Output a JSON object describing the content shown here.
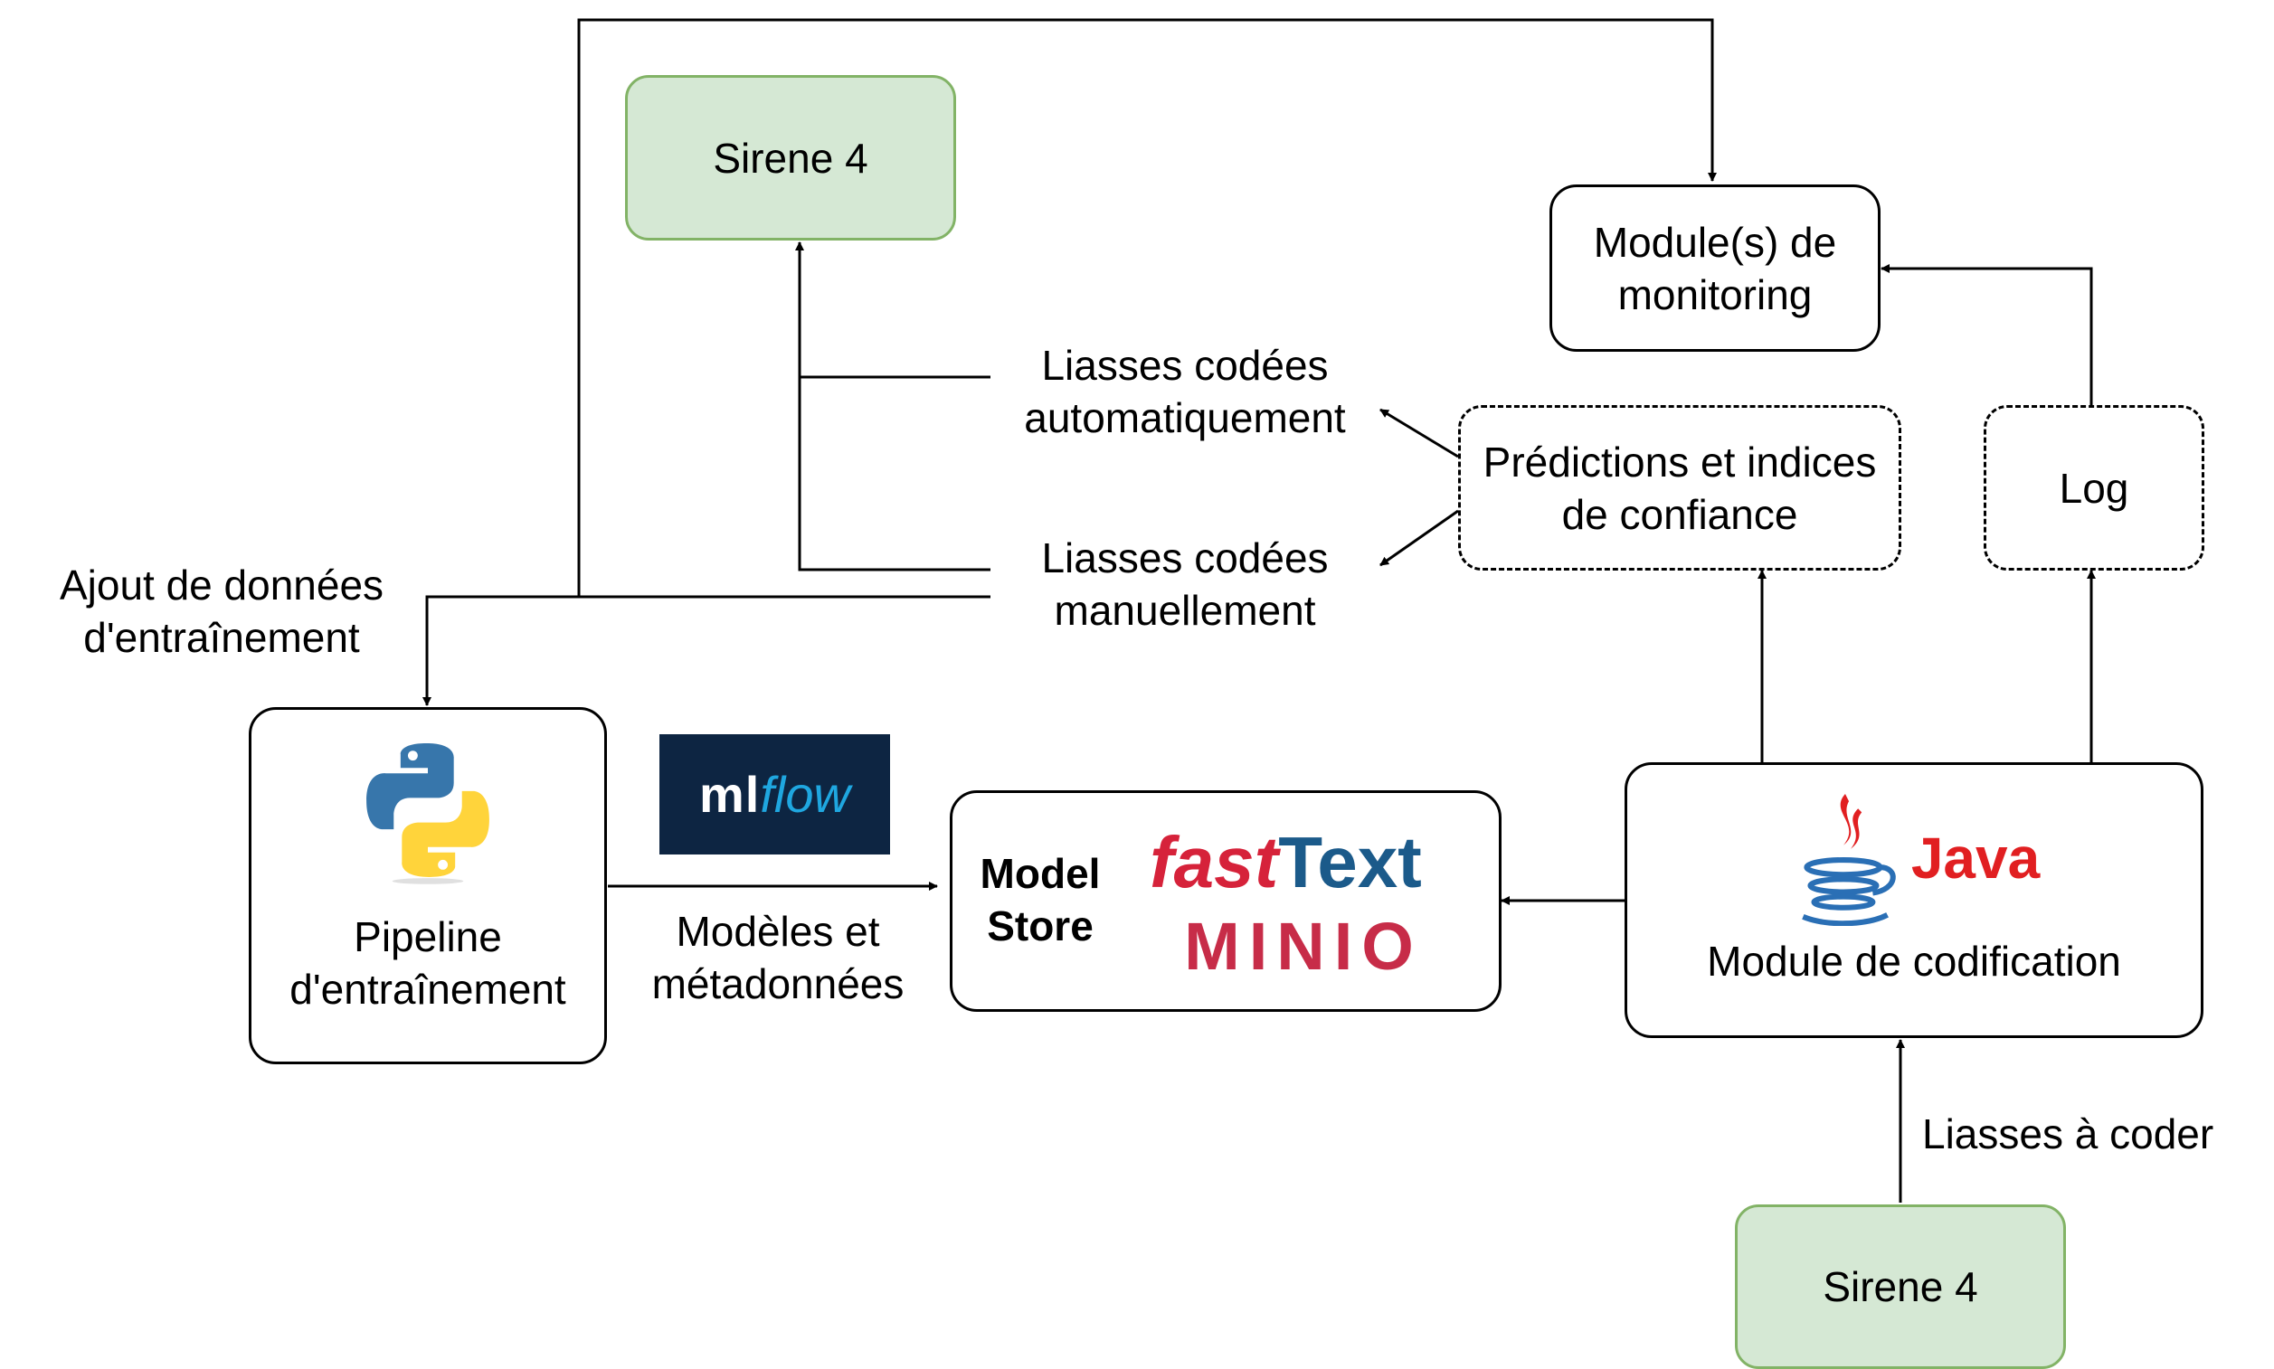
{
  "nodes": {
    "sirene_top": "Sirene 4",
    "sirene_bottom": "Sirene 4",
    "monitoring": [
      "Module(s) de",
      "monitoring"
    ],
    "predictions": [
      "Prédictions et indices",
      "de confiance"
    ],
    "log": "Log",
    "pipeline": [
      "Pipeline",
      "d'entraînement"
    ],
    "model_store": [
      "Model",
      "Store"
    ],
    "codification": "Module de codification"
  },
  "labels": {
    "auto": [
      "Liasses codées",
      "automatiquement"
    ],
    "manual": [
      "Liasses codées",
      "manuellement"
    ],
    "training_data": [
      "Ajout de données",
      "d'entraînement"
    ],
    "models_meta": [
      "Modèles et",
      "métadonnées"
    ],
    "to_code": "Liasses à coder"
  },
  "logos": {
    "mlflow": {
      "prefix": "ml",
      "suffix": "flow"
    },
    "fasttext": {
      "prefix": "fast",
      "suffix": "Text"
    },
    "minio": "MINIO",
    "java": "Java"
  },
  "colors": {
    "green_fill": "#d5e8d4",
    "green_border": "#82b366",
    "mlflow_bg": "#0d2542",
    "mlflow_blue": "#1fa7e0",
    "fasttext_red": "#d6223a",
    "fasttext_blue": "#1b5a8a",
    "minio_red": "#c72c48",
    "java_red": "#e11f21",
    "java_blue": "#2a6fb5"
  }
}
